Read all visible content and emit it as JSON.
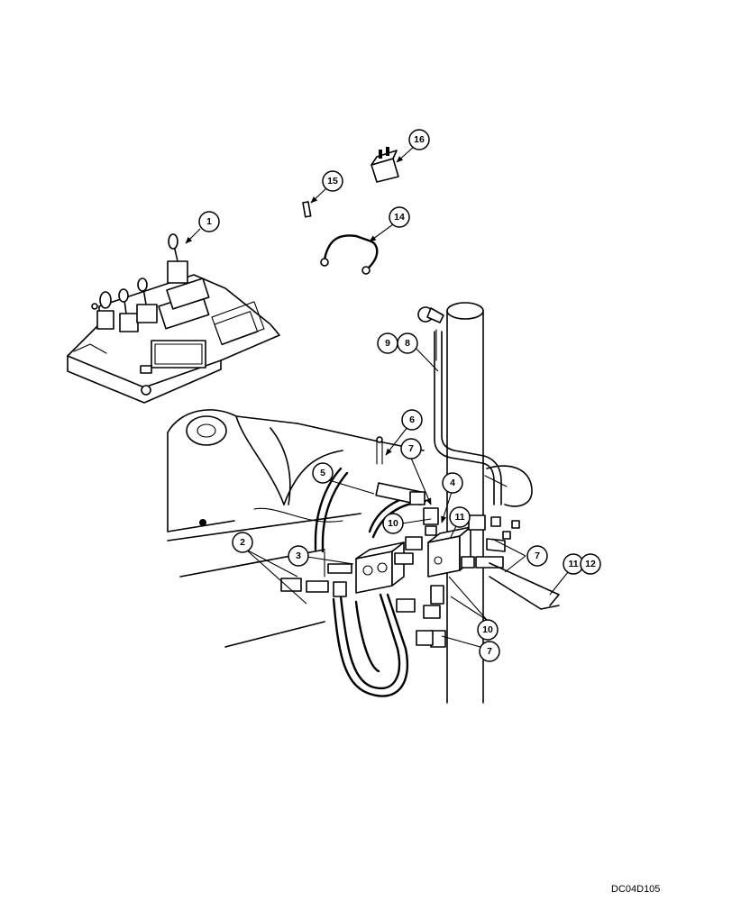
{
  "callouts": {
    "c1": "1",
    "c2": "2",
    "c3": "3",
    "c4": "4",
    "c5": "5",
    "c6": "6",
    "c7a": "7",
    "c7b": "7",
    "c7c": "7",
    "c8": "8",
    "c9": "9",
    "c10a": "10",
    "c10b": "10",
    "c11a": "11",
    "c11b": "11",
    "c12": "12",
    "c14": "14",
    "c15": "15",
    "c16": "16"
  },
  "drawing_code": "DC04D105"
}
